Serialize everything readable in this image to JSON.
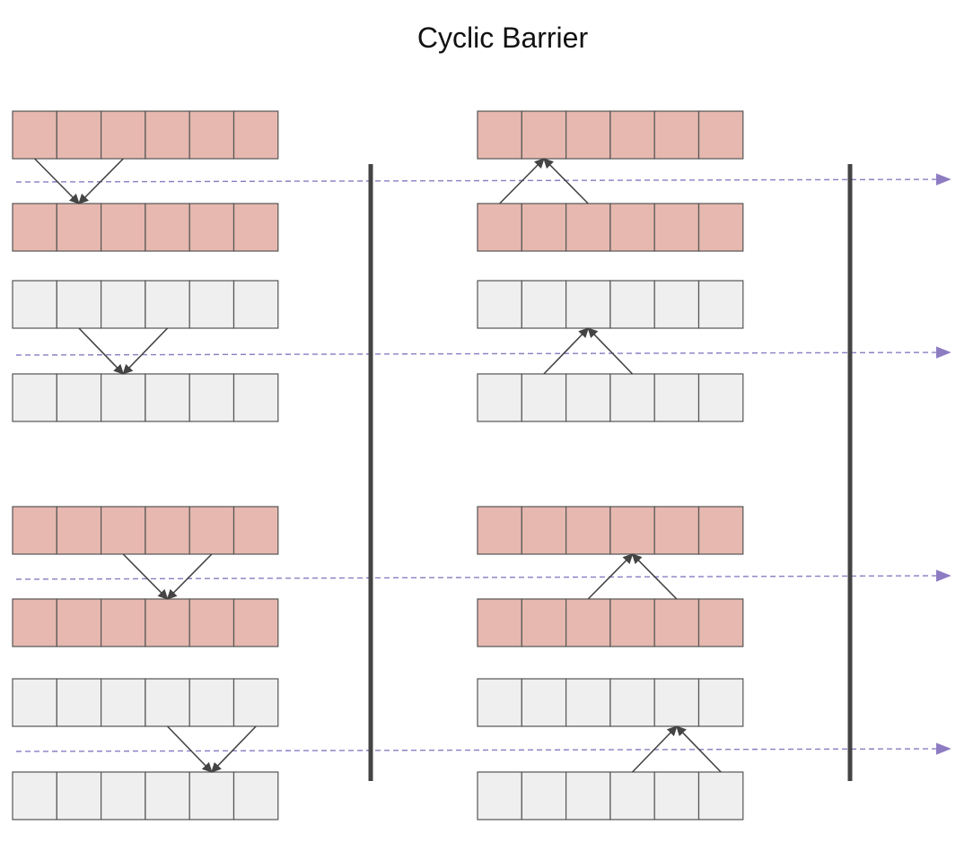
{
  "title": "Cyclic Barrier",
  "colors": {
    "hot_fill": "#e6b8af",
    "cold_fill": "#efefef",
    "cell_stroke": "#555555",
    "arrow": "#444444",
    "barrier": "#444444",
    "timeline": "#8e7cc3"
  },
  "columns": [
    {
      "pairs": [
        {
          "fill": "hot",
          "direction": "down",
          "from_cells": [
            0,
            2
          ],
          "to_cell": 1
        },
        {
          "fill": "cold",
          "direction": "down",
          "from_cells": [
            1,
            3
          ],
          "to_cell": 2
        },
        {
          "fill": "hot",
          "direction": "down",
          "from_cells": [
            2,
            4
          ],
          "to_cell": 3
        },
        {
          "fill": "cold",
          "direction": "down",
          "from_cells": [
            3,
            5
          ],
          "to_cell": 4
        }
      ]
    },
    {
      "pairs": [
        {
          "fill": "hot",
          "direction": "up",
          "from_cells": [
            0,
            2
          ],
          "to_cell": 1
        },
        {
          "fill": "cold",
          "direction": "up",
          "from_cells": [
            1,
            3
          ],
          "to_cell": 2
        },
        {
          "fill": "hot",
          "direction": "up",
          "from_cells": [
            2,
            4
          ],
          "to_cell": 3
        },
        {
          "fill": "cold",
          "direction": "up",
          "from_cells": [
            3,
            5
          ],
          "to_cell": 4
        }
      ]
    }
  ],
  "cells_per_row": 6,
  "timelines": 4,
  "barriers": 2
}
